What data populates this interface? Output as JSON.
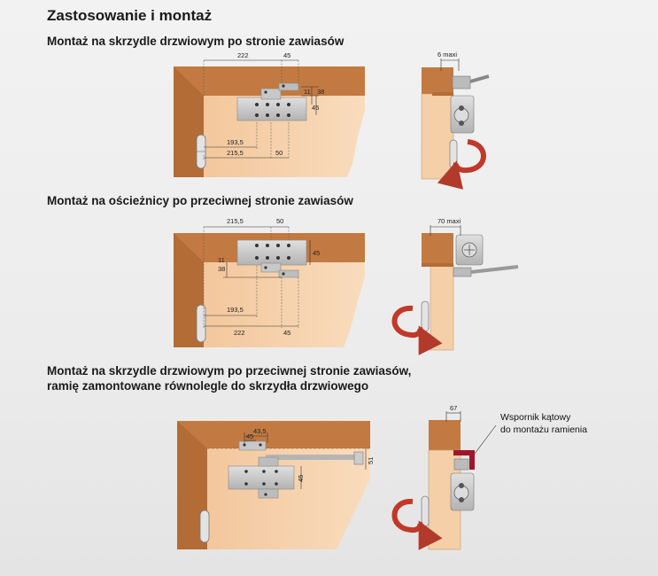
{
  "page": {
    "title": "Zastosowanie i montaż"
  },
  "sections": [
    {
      "title_lines": [
        "Montaż na skrzydle drzwiowym po stronie zawiasów"
      ],
      "dims": {
        "d222": "222",
        "d45": "45",
        "d11": "11",
        "d38": "38",
        "d45v": "45",
        "d193": "193,5",
        "d215": "215,5",
        "d50": "50"
      },
      "side_dim": "6 maxi"
    },
    {
      "title_lines": [
        "Montaż na ościeżnicy po przeciwnej stronie zawiasów"
      ],
      "dims": {
        "d215": "215,5",
        "d50": "50",
        "d45v": "45",
        "d11": "11",
        "d38": "38",
        "d193": "193,5",
        "d222": "222",
        "d45": "45"
      },
      "side_dim": "70 maxi"
    },
    {
      "title_lines": [
        "Montaż na skrzydle drzwiowym po przeciwnej stronie zawiasów,",
        "ramię zamontowane równolegle do skrzydła drzwiowego"
      ],
      "dims": {
        "d43": "43,5",
        "d45": "45",
        "d51": "51",
        "d45v": "45"
      },
      "side_dim": "67",
      "callout_lines": [
        "Wspornik kątowy",
        "do montażu ramienia"
      ]
    }
  ],
  "colors": {
    "door_dark": "#c0763e",
    "door_mid": "#d49a66",
    "door_light": "#f6cfa6",
    "metal": "#c8c8c8",
    "metal_dark": "#8a8a8a",
    "arrow_red": "#c0392b",
    "bracket_red": "#a0162a"
  }
}
